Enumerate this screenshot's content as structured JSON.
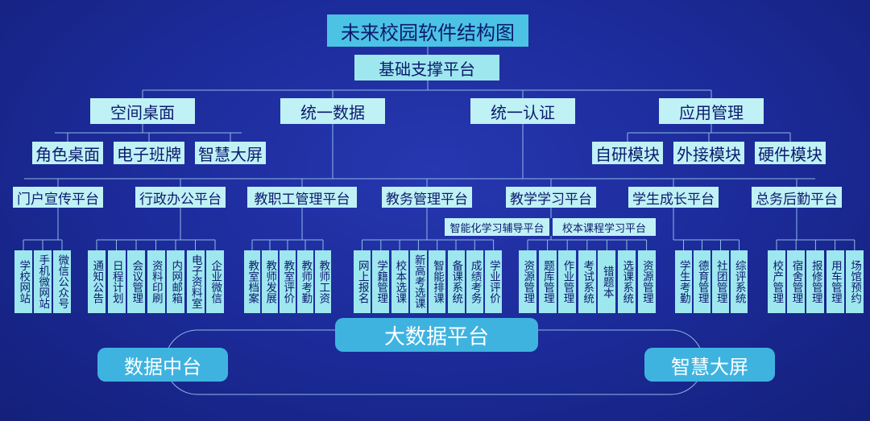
{
  "title": "未来校园软件结构图",
  "foundation": "基础支撑平台",
  "level2": [
    "空间桌面",
    "统一数据",
    "统一认证",
    "应用管理"
  ],
  "desktop_items": [
    "角色桌面",
    "电子班牌",
    "智慧大屏"
  ],
  "app_items": [
    "自研模块",
    "外接模块",
    "硬件模块"
  ],
  "platforms": [
    {
      "label": "门户宣传平台",
      "leaves": [
        "学校网站",
        "手机微网站",
        "微信公众号"
      ]
    },
    {
      "label": "行政办公平台",
      "leaves": [
        "通知公告",
        "日程计划",
        "会议管理",
        "资料印刷",
        "内网邮箱",
        "电子资料室",
        "企业微信"
      ]
    },
    {
      "label": "教职工管理平台",
      "leaves": [
        "教室档案",
        "教师发展",
        "教室评价",
        "教师考勤",
        "教师工资"
      ]
    },
    {
      "label": "教务管理平台",
      "leaves": [
        "网上报名",
        "学籍管理",
        "校本选课",
        "新高考选课",
        "智能排课",
        "备课系统",
        "成绩考务",
        "学业评价"
      ]
    },
    {
      "label": "教学学习平台",
      "sub": [
        "智能化学习辅导平台",
        "校本课程学习平台"
      ],
      "leaves": [
        "资源管理",
        "题库管理",
        "作业管理",
        "考试系统",
        "错题本",
        "选课系统",
        "资源管理"
      ]
    },
    {
      "label": "学生成长平台",
      "leaves": [
        "学生考勤",
        "德育管理",
        "社团管理",
        "综评系统"
      ]
    },
    {
      "label": "总务后勤平台",
      "leaves": [
        "校产管理",
        "宿舍管理",
        "报修管理",
        "用车管理",
        "场馆预约"
      ]
    }
  ],
  "bigdata": "大数据平台",
  "data_center": "数据中台",
  "smart_screen": "智慧大屏",
  "colors": {
    "background": "#1b2a97",
    "line": "#8fb8e6",
    "title_fill": "#4cc3e4",
    "box_fill": "#9ee7ef",
    "box_text": "#0d1a6e",
    "bigdata_fill": "#3fb3e0"
  }
}
